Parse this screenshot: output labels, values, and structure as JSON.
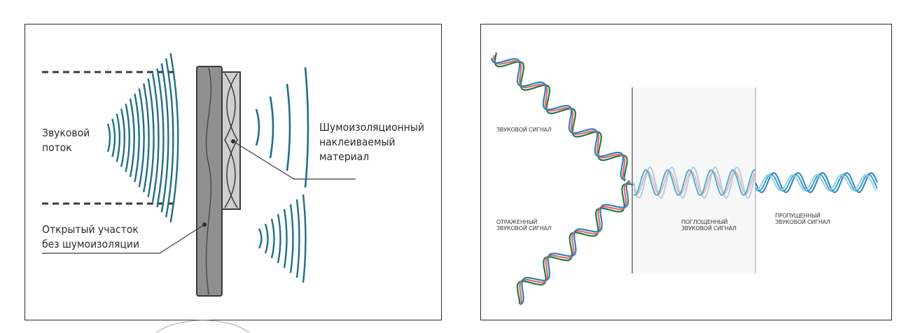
{
  "left_panel": {
    "label_sound_flow": [
      "Звуковой",
      "поток"
    ],
    "label_material": [
      "Шумоизоляционный",
      "наклеиваемый",
      "материал"
    ],
    "label_open_area": [
      "Открытый участок",
      "без шумоизоляции"
    ],
    "colors": {
      "waves": "#1f6f86",
      "wall": "#8f8f8f",
      "material": "#cfcfcf",
      "lines": "#3a3a3a"
    }
  },
  "right_panel": {
    "label_sound_signal": "ЗВУКОВОЙ СИГНАЛ",
    "label_reflected": [
      "ОТРАЖЕННЫЙ",
      "ЗВУКОВОЙ СИГНАЛ"
    ],
    "label_absorbed": [
      "ПОГЛОЩЕННЫЙ",
      "ЗВУКОВОЙ СИГНАЛ"
    ],
    "label_transmitted": [
      "ПРОПУЩЕННЫЙ",
      "ЗВУКОВОЙ СИГНАЛ"
    ],
    "colors": {
      "blue": "#2f7fc4",
      "red": "#e8685e",
      "green": "#1f7a4a",
      "cyan": "#2aa7c8",
      "light_blue": "#9ec9e8",
      "pink": "#f2a8a8"
    }
  }
}
